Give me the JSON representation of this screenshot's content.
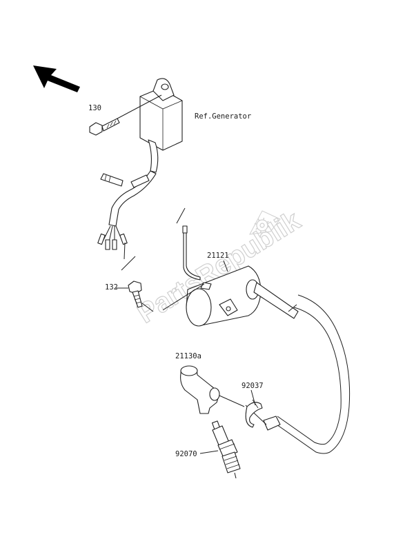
{
  "labels": {
    "part_130": "130",
    "ref_generator": "Ref.Generator",
    "part_21121": "21121",
    "part_132": "132",
    "part_21130a": "21130a",
    "part_92037": "92037",
    "part_92070": "92070"
  },
  "watermark": {
    "text": "PartsRepublik"
  },
  "icons": {
    "direction": "arrow-up-left-icon",
    "watermark_logo": "gear-icon"
  },
  "colors": {
    "line": "#1e1e1e",
    "watermark": "#cfcfcf"
  }
}
